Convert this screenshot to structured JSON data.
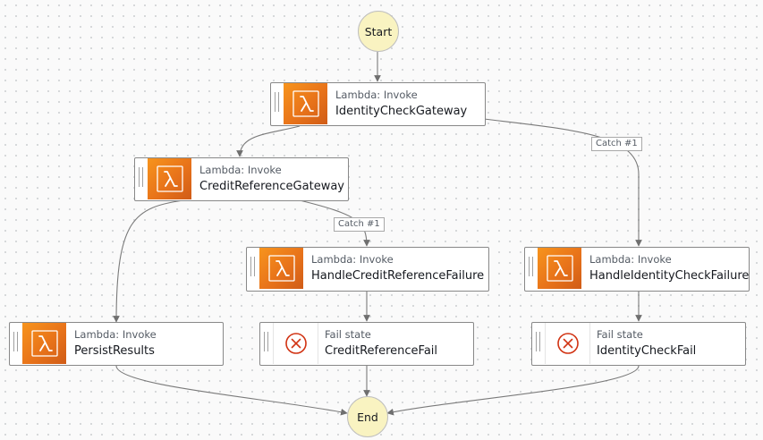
{
  "diagram": {
    "start_label": "Start",
    "end_label": "End",
    "states": {
      "identity_check_gateway": {
        "type": "Lambda: Invoke",
        "name": "IdentityCheckGateway",
        "icon": "lambda-icon"
      },
      "credit_reference_gateway": {
        "type": "Lambda: Invoke",
        "name": "CreditReferenceGateway",
        "icon": "lambda-icon"
      },
      "handle_credit_reference_failure": {
        "type": "Lambda: Invoke",
        "name": "HandleCreditReferenceFailure",
        "icon": "lambda-icon"
      },
      "handle_identity_check_failure": {
        "type": "Lambda: Invoke",
        "name": "HandleIdentityCheckFailure",
        "icon": "lambda-icon"
      },
      "persist_results": {
        "type": "Lambda: Invoke",
        "name": "PersistResults",
        "icon": "lambda-icon"
      },
      "credit_reference_fail": {
        "type": "Fail state",
        "name": "CreditReferenceFail",
        "icon": "fail-icon"
      },
      "identity_check_fail": {
        "type": "Fail state",
        "name": "IdentityCheckFail",
        "icon": "fail-icon"
      }
    },
    "catch_labels": {
      "identity": "Catch #1",
      "credit": "Catch #1"
    },
    "colors": {
      "lambda_orange": "#e8731a",
      "fail_red": "#d13212",
      "terminal_fill": "#f9f3c1",
      "edge": "#737373"
    }
  }
}
